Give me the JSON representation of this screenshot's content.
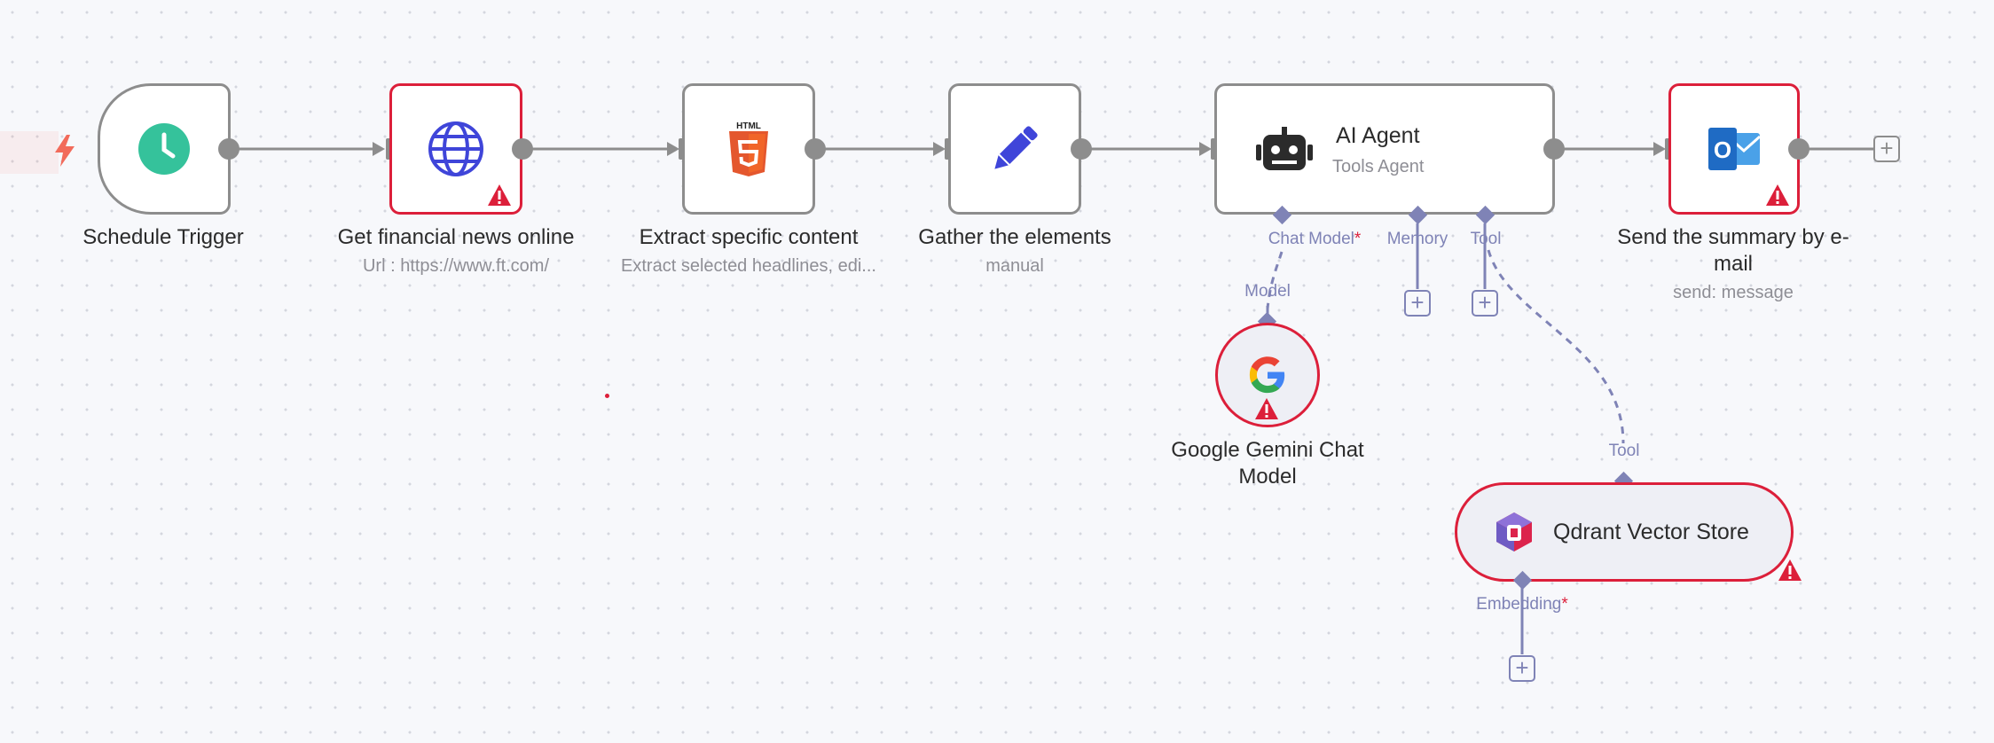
{
  "nodes": {
    "schedule_trigger": {
      "title": "Schedule Trigger"
    },
    "get_news": {
      "title": "Get financial news online",
      "subtitle": "Url : https://www.ft.com/"
    },
    "extract_content": {
      "title": "Extract specific content",
      "subtitle": "Extract selected headlines, edi...",
      "icon_text": "HTML"
    },
    "gather_elements": {
      "title": "Gather the elements",
      "subtitle": "manual"
    },
    "ai_agent": {
      "title": "AI Agent",
      "subtitle": "Tools Agent"
    },
    "send_summary": {
      "title_line1": "Send the summary by e-",
      "title_line2": "mail",
      "subtitle": "send: message",
      "icon_text": "O"
    },
    "gemini": {
      "title_line1": "Google Gemini Chat",
      "title_line2": "Model"
    },
    "qdrant": {
      "title": "Qdrant Vector Store"
    }
  },
  "connectors": {
    "chat_model": "Chat Model",
    "memory": "Memory",
    "tool": "Tool",
    "model": "Model",
    "tool_in": "Tool",
    "embedding": "Embedding",
    "required_mark": "*"
  },
  "colors": {
    "edge": "#8d8d8d",
    "sub_edge": "#7f83b6",
    "error": "#dc1f3a",
    "clock": "#35c29b",
    "globe": "#3f45d9",
    "html5": "#e4572e",
    "pencil": "#3f45d9",
    "outlook": "#1f6bc4"
  },
  "icons": [
    "bolt-icon",
    "clock-icon",
    "globe-icon",
    "html5-icon",
    "pencil-icon",
    "robot-icon",
    "outlook-icon",
    "google-icon",
    "qdrant-icon",
    "warning-icon",
    "plus-icon"
  ]
}
